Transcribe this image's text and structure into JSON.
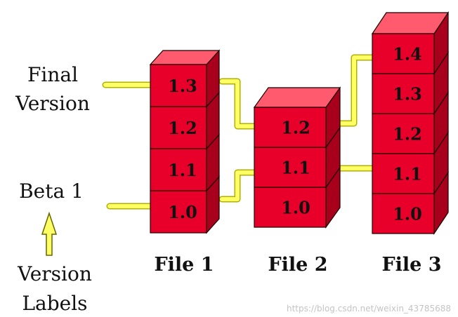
{
  "labels": {
    "final_line1": "Final",
    "final_line2": "Version",
    "beta": "Beta 1",
    "version_line1": "Version",
    "version_line2": "Labels"
  },
  "files": [
    {
      "name": "File 1",
      "versions": [
        "1.0",
        "1.1",
        "1.2",
        "1.3"
      ]
    },
    {
      "name": "File 2",
      "versions": [
        "1.0",
        "1.1",
        "1.2"
      ]
    },
    {
      "name": "File 3",
      "versions": [
        "1.0",
        "1.1",
        "1.2",
        "1.3",
        "1.4"
      ]
    }
  ],
  "labeled_versions": {
    "Final Version": [
      "File 1 1.3",
      "File 2 1.2",
      "File 3 1.4"
    ],
    "Beta 1": [
      "File 1 1.0",
      "File 2 1.1",
      "File 3 1.1"
    ]
  },
  "watermark": "https://blog.csdn.net/weixin_43785688",
  "colors": {
    "box_front": "#e8002a",
    "box_top": "#ff5a6e",
    "box_side": "#a8001c",
    "box_edge": "#1a0000",
    "connector": "#ffff66",
    "connector_edge": "#b0b000",
    "arrow_fill": "#ffff66",
    "arrow_edge": "#666600"
  },
  "icons": {
    "pointer": "up-arrow-icon"
  }
}
